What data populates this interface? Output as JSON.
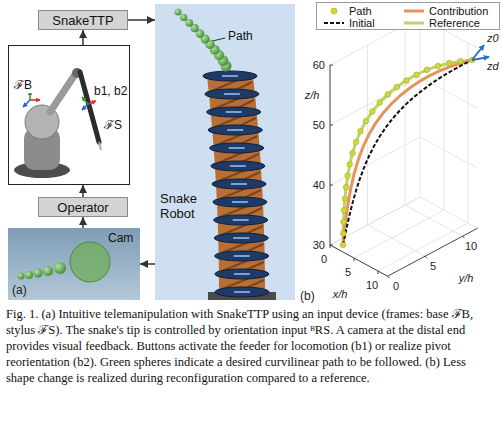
{
  "diagram": {
    "caption": "Fig. 1. (a) Intuitive telemanipulation with SnakeTTP using an input device (frames: base ℱB, stylus ℱS). The snake's tip is controlled by orientation input ᴮRS. A camera at the distal end provides visual feedback. Buttons activate the feeder for locomotion (b1) or realize pivot reorientation (b2). Green spheres indicate a desired curvilinear path to be followed. (b) Less shape change is realized during reconfiguration compared to a reference.",
    "nodes": [
      {
        "text": [
          "SnakeTTP"
        ]
      },
      {
        "text": [
          "b1, b2",
          "ℱB",
          "ℱS"
        ]
      },
      {
        "text": [
          "Operator"
        ]
      },
      {
        "text": [
          "Cam"
        ]
      },
      {
        "text": [
          "Path",
          "Snake Robot"
        ]
      }
    ],
    "edges": [
      {
        "from": 2,
        "to": 1,
        "arrow": "to"
      },
      {
        "from": 1,
        "to": 0,
        "arrow": "to"
      },
      {
        "from": 0,
        "to": 4,
        "arrow": "to"
      },
      {
        "from": 4,
        "to": 3,
        "arrow": "to"
      },
      {
        "from": 3,
        "to": 2,
        "arrow": "to"
      }
    ],
    "labels": [
      "(a)",
      "(b)",
      "60",
      "50",
      "40",
      "30",
      "0",
      "5",
      "10",
      "x/h",
      "0",
      "5",
      "10",
      "y/h",
      "z/h",
      "z0",
      "zd"
    ],
    "legend": [
      {
        "text": "Path"
      },
      {
        "text": "Contribution"
      },
      {
        "text": "Initial"
      },
      {
        "text": "Reference"
      }
    ]
  }
}
